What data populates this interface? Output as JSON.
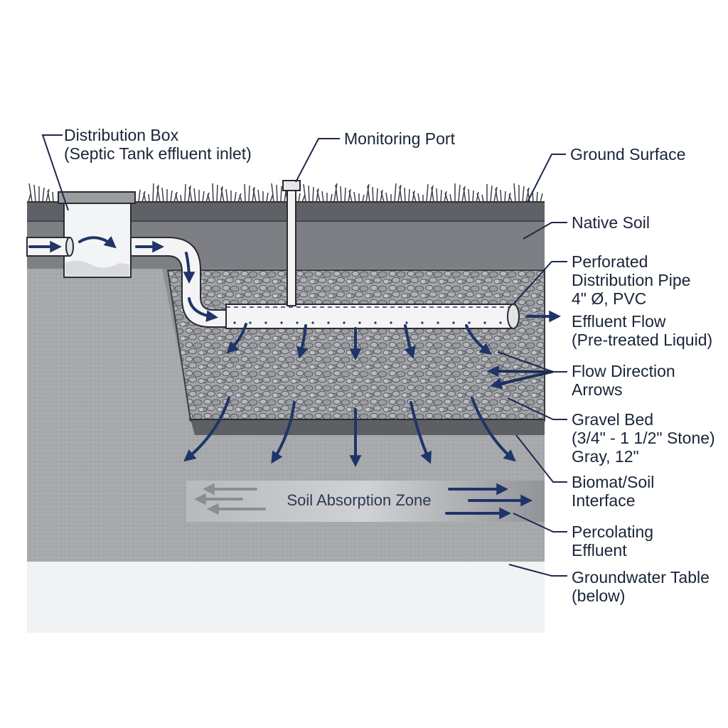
{
  "labels": {
    "distribution_box": [
      "Distribution Box",
      "(Septic Tank effluent inlet)"
    ],
    "monitoring_port": [
      "Monitoring Port"
    ],
    "ground_surface": [
      "Ground Surface"
    ],
    "native_soil": [
      "Native Soil"
    ],
    "perforated_pipe": [
      "Perforated",
      "Distribution Pipe",
      "4\" Ø, PVC"
    ],
    "effluent_flow": [
      "Effluent Flow",
      "(Pre-treated Liquid)"
    ],
    "flow_direction": [
      "Flow Direction",
      "Arrows"
    ],
    "gravel_bed": [
      "Gravel Bed",
      "(3/4\" - 1 1/2\" Stone)",
      "Gray, 12\""
    ],
    "biomat": [
      "Biomat/Soil",
      "Interface"
    ],
    "percolating": [
      "Percolating",
      "Effluent"
    ],
    "groundwater": [
      "Groundwater Table",
      "(below)"
    ]
  },
  "zone_label": "Soil Absorption Zone",
  "colors": {
    "arrow_navy": "#1f3468",
    "soil": "#a4a6aa",
    "topsoil": "#6f7176",
    "gravel": "#9fa1a5",
    "pipe": "#f4f4f4"
  }
}
